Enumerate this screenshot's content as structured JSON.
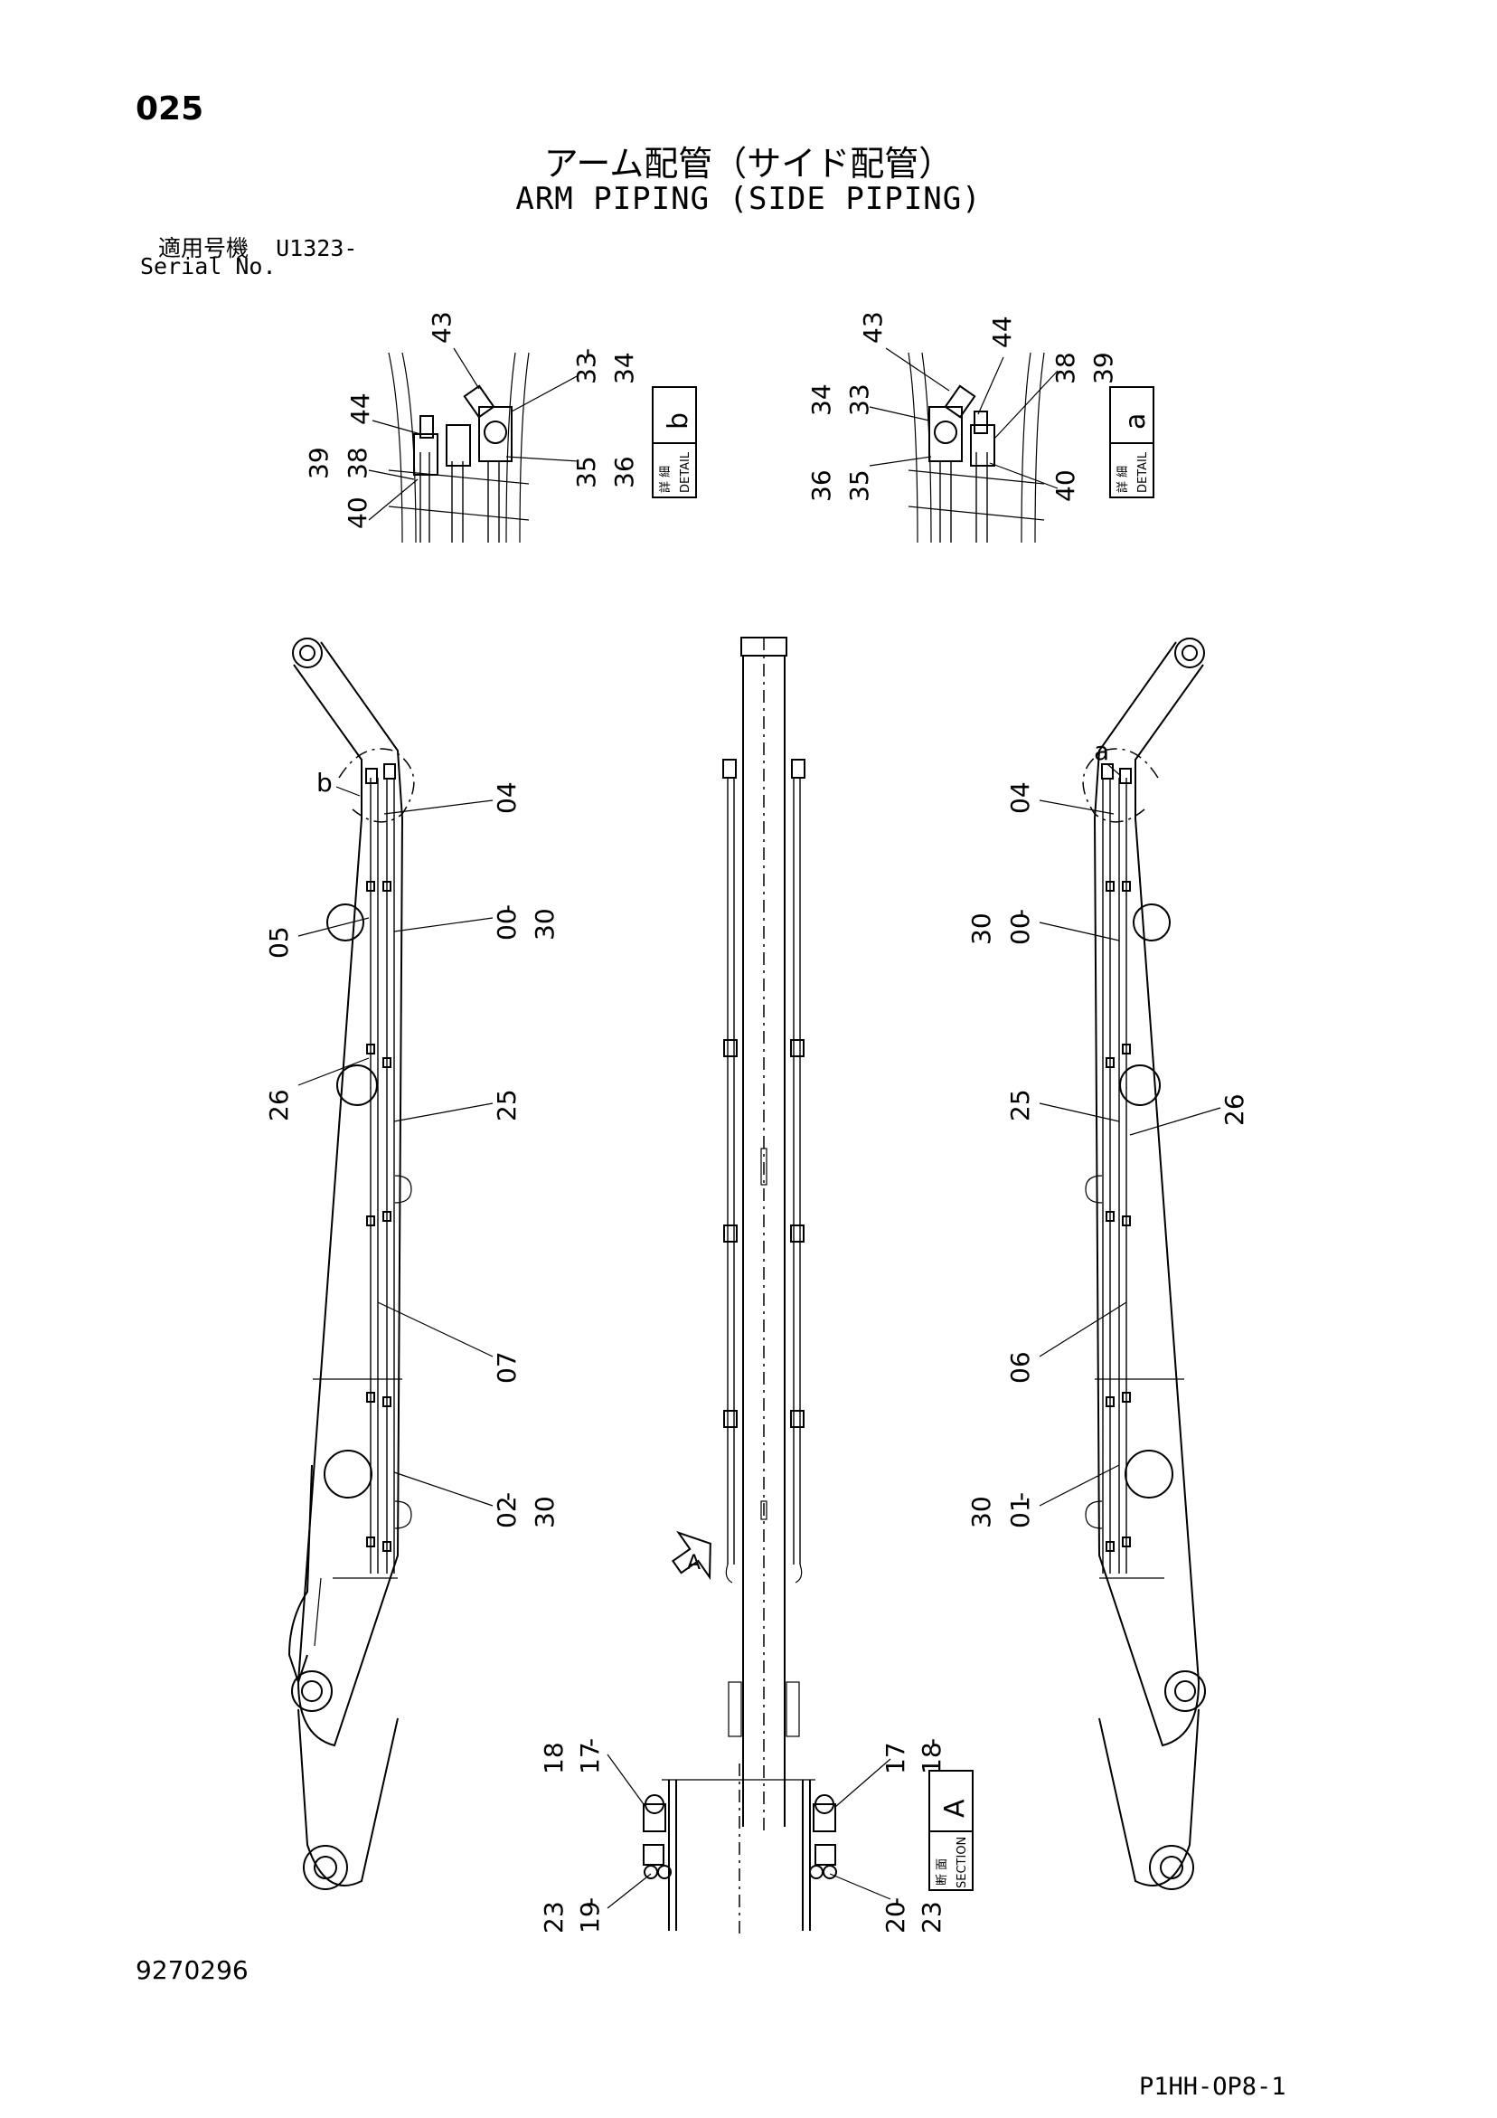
{
  "page_number": "025",
  "title_jp": "アーム配管（サイド配管）",
  "title_en": "ARM PIPING (SIDE PIPING)",
  "serial_label_jp": "適用号機",
  "serial_value": "U1323-",
  "serial_label_en": "Serial No.",
  "document_number": "9270296",
  "drawing_code": "P1HH-OP8-1",
  "detail_boxes": {
    "b": {
      "jp": "詳 細",
      "en": "DETAIL",
      "letter": "b"
    },
    "a": {
      "jp": "詳 細",
      "en": "DETAIL",
      "letter": "a"
    }
  },
  "section_box": {
    "jp": "断 面",
    "en": "SECTION",
    "letter": "A"
  },
  "section_marker": "A",
  "callouts": {
    "detail_b": [
      "43",
      "33",
      "34",
      "44",
      "39",
      "38",
      "40",
      "35",
      "36"
    ],
    "detail_a": [
      "43",
      "44",
      "34",
      "33",
      "38",
      "39",
      "36",
      "35",
      "40"
    ],
    "left_arm": [
      "b",
      "04",
      "05",
      "00",
      "30",
      "26",
      "25",
      "07",
      "02",
      "30"
    ],
    "right_arm": [
      "a",
      "04",
      "30",
      "00",
      "25",
      "26",
      "06",
      "30",
      "01"
    ],
    "section": [
      "18",
      "17",
      "17",
      "18",
      "23",
      "19",
      "20",
      "23"
    ]
  }
}
